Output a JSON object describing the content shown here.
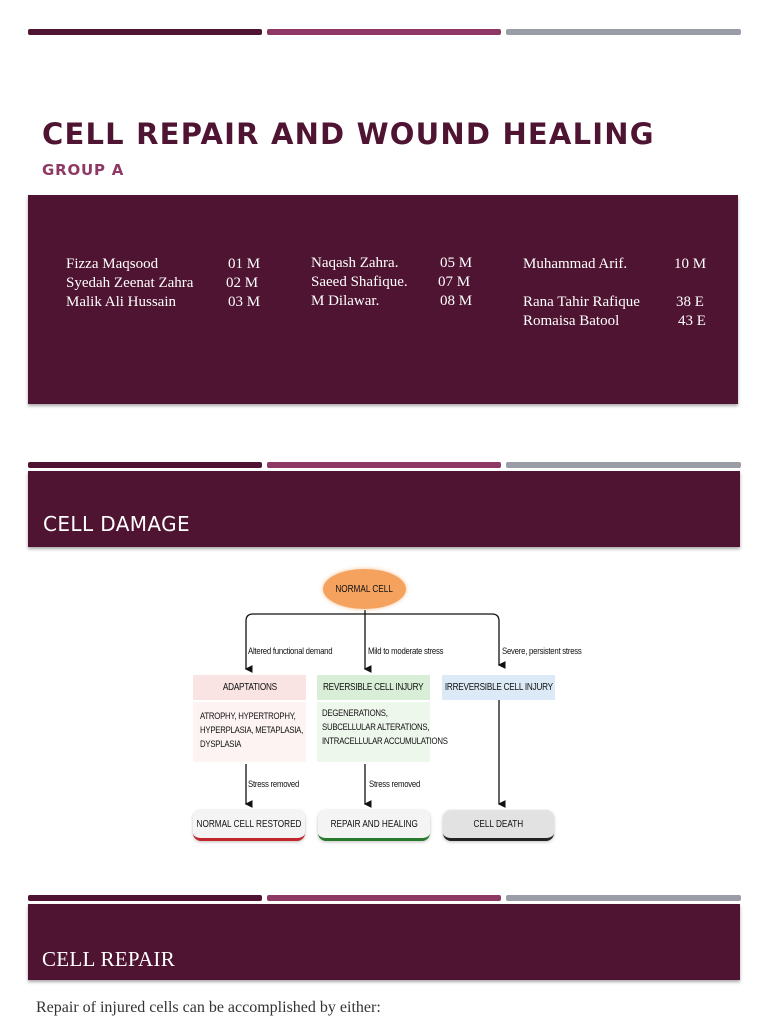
{
  "slide1": {
    "title": "CELL REPAIR AND WOUND HEALING",
    "subtitle": "GROUP A",
    "members": [
      {
        "name": "Fizza Maqsood",
        "roll": "01 M"
      },
      {
        "name": "Syedah Zeenat Zahra",
        "roll": "02 M"
      },
      {
        "name": "Malik Ali Hussain",
        "roll": "03 M"
      },
      {
        "name": "Naqash Zahra.",
        "roll": "05 M"
      },
      {
        "name": "Saeed Shafique.",
        "roll": "07 M"
      },
      {
        "name": "M Dilawar.",
        "roll": "08 M"
      },
      {
        "name": "Muhammad Arif.",
        "roll": "10 M"
      },
      {
        "name": "Rana Tahir Rafique",
        "roll": "38 E"
      },
      {
        "name": "Romaisa Batool",
        "roll": "43 E"
      }
    ]
  },
  "slide2": {
    "heading": "CELL DAMAGE",
    "diagram": {
      "root": "NORMAL CELL",
      "branch_labels": [
        "Altered functional demand",
        "Mild to moderate stress",
        "Severe, persistent stress"
      ],
      "categories": [
        "ADAPTATIONS",
        "REVERSIBLE CELL INJURY",
        "IRREVERSIBLE CELL INJURY"
      ],
      "adaptation_details": [
        "ATROPHY, HYPERTROPHY,",
        "HYPERPLASIA, METAPLASIA,",
        "DYSPLASIA"
      ],
      "reversible_details": [
        "DEGENERATIONS,",
        "SUBCELLULAR ALTERATIONS,",
        "INTRACELLULAR ACCUMULATIONS"
      ],
      "stress_removed": "Stress removed",
      "outcomes": [
        "NORMAL CELL RESTORED",
        "REPAIR AND HEALING",
        "CELL DEATH"
      ],
      "colors": {
        "root": "#f4a25e",
        "adaptations": "#f9e3e3",
        "reversible": "#d8eed6",
        "irreversible": "#dbeaf6",
        "restored_border": "#c0262c",
        "healing_border": "#2a7a2e",
        "death_border": "#222222"
      }
    }
  },
  "slide3": {
    "heading": "CELL REPAIR",
    "body": "Repair of injured cells can be accomplished by either:"
  }
}
